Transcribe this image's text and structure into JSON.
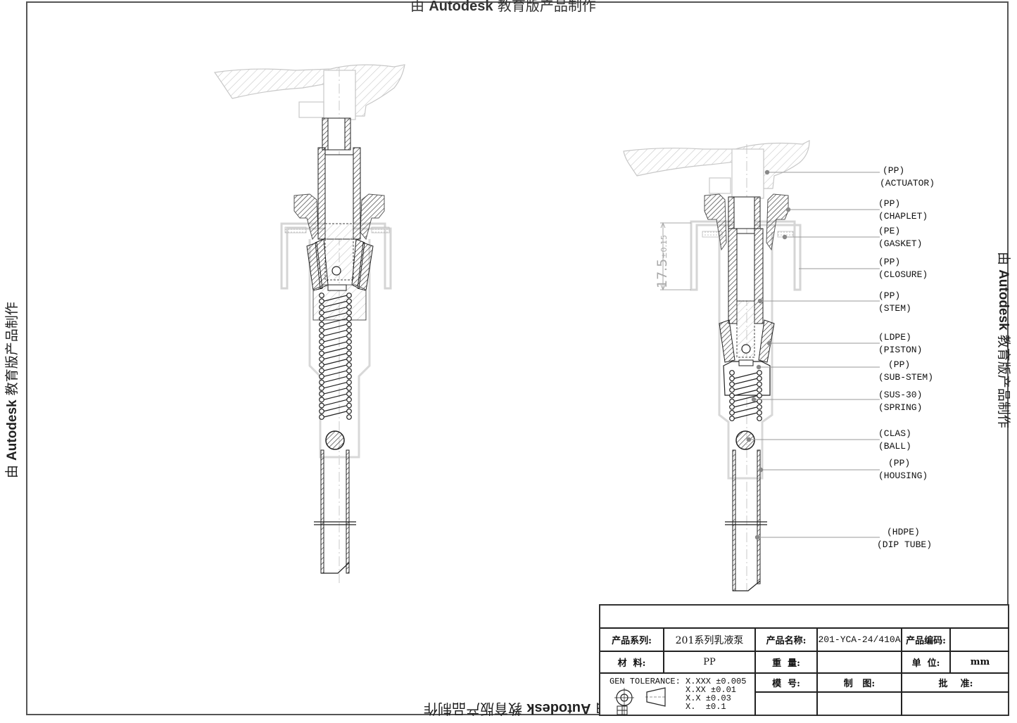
{
  "watermark": {
    "text_prefix": "由",
    "brand": "Autodesk",
    "text_suffix": "教育版产品制作"
  },
  "dimension": {
    "value": "17.5",
    "tolerance": "±0.15"
  },
  "callouts": [
    {
      "material": "(PP)",
      "part": "(ACTUATOR)"
    },
    {
      "material": "(PP)",
      "part": "(CHAPLET)"
    },
    {
      "material": "(PE)",
      "part": "(GASKET)"
    },
    {
      "material": "(PP)",
      "part": "(CLOSURE)"
    },
    {
      "material": "(PP)",
      "part": "(STEM)"
    },
    {
      "material": "(LDPE)",
      "part": "(PISTON)"
    },
    {
      "material": "(PP)",
      "part": "(SUB-STEM)"
    },
    {
      "material": "(SUS-30)",
      "part": "(SPRING)"
    },
    {
      "material": "(CLAS)",
      "part": "(BALL)"
    },
    {
      "material": "(PP)",
      "part": "(HOUSING)"
    },
    {
      "material": "(HDPE)",
      "part": "(DIP TUBE)"
    }
  ],
  "title_block": {
    "series_label": "产品系列:",
    "series_value": "201系列乳液泵",
    "name_label": "产品名称:",
    "name_value": "201-YCA-24/410A",
    "code_label": "产品编码:",
    "code_value": "",
    "material_label": "材  料:",
    "material_value": "PP",
    "weight_label": "重  量:",
    "weight_value": "",
    "unit_label": "单  位:",
    "unit_value": "mm",
    "mold_label": "模  号:",
    "drawn_label": "制   图:",
    "approved_label": "批    准:",
    "tolerance_label": "GEN TOLERANCE:",
    "tolerances": [
      "X.XXX ±0.005",
      "X.XX ±0.01",
      "X.X ±0.03",
      "X.  ±0.1"
    ]
  }
}
